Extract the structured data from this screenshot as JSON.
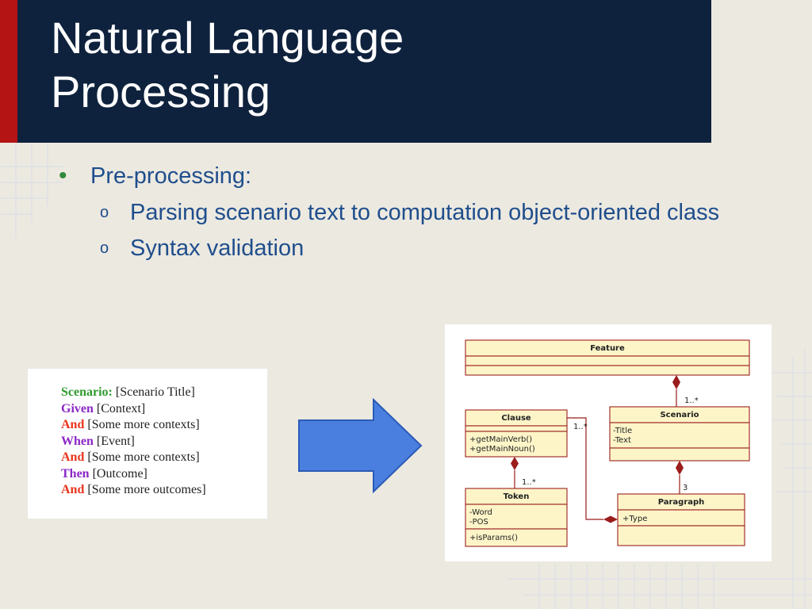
{
  "slide": {
    "title": "  Natural Language\nProcessing",
    "bullet_main": "Pre-processing:",
    "sub_bullets": [
      "Parsing scenario text to computation object-oriented class",
      "Syntax validation"
    ]
  },
  "gherkin": {
    "lines": [
      {
        "keyword": "Scenario:",
        "text": " [Scenario Title]",
        "color": "#2e9a2e"
      },
      {
        "keyword": "Given",
        "text": " [Context]",
        "color": "#8b26c7"
      },
      {
        "keyword": "And",
        "text": " [Some more contexts]",
        "color": "#e8341c"
      },
      {
        "keyword": "When",
        "text": " [Event]",
        "color": "#8b26c7"
      },
      {
        "keyword": "And",
        "text": " [Some more contexts]",
        "color": "#e8341c"
      },
      {
        "keyword": "Then",
        "text": " [Outcome]",
        "color": "#8b26c7"
      },
      {
        "keyword": "And",
        "text": " [Some more outcomes]",
        "color": "#e8341c"
      }
    ]
  },
  "uml": {
    "classes": {
      "feature": {
        "name": "Feature",
        "attributes": [],
        "operations": []
      },
      "scenario": {
        "name": "Scenario",
        "attributes": [
          "-Title",
          "-Text"
        ],
        "operations": []
      },
      "clause": {
        "name": "Clause",
        "attributes": [],
        "operations": [
          "+getMainVerb()",
          "+getMainNoun()"
        ]
      },
      "token": {
        "name": "Token",
        "attributes": [
          "-Word",
          "-POS"
        ],
        "operations": [
          "+isParams()"
        ]
      },
      "paragraph": {
        "name": "Paragraph",
        "attributes": [
          "+Type"
        ],
        "operations": []
      }
    },
    "multiplicities": {
      "feature_scenario": "1..*",
      "clause_paragraph": "1..*",
      "clause_token": "1..*",
      "scenario_paragraph": "3"
    },
    "colors": {
      "class_fill": "#fdf5c8",
      "class_border": "#a4332e",
      "composition": "#9b1c1c"
    }
  },
  "colors": {
    "title_bg": "#0f223d",
    "accent_red": "#b41414",
    "bullet_text": "#1f4e8c",
    "arrow": "#4a7fe0"
  }
}
